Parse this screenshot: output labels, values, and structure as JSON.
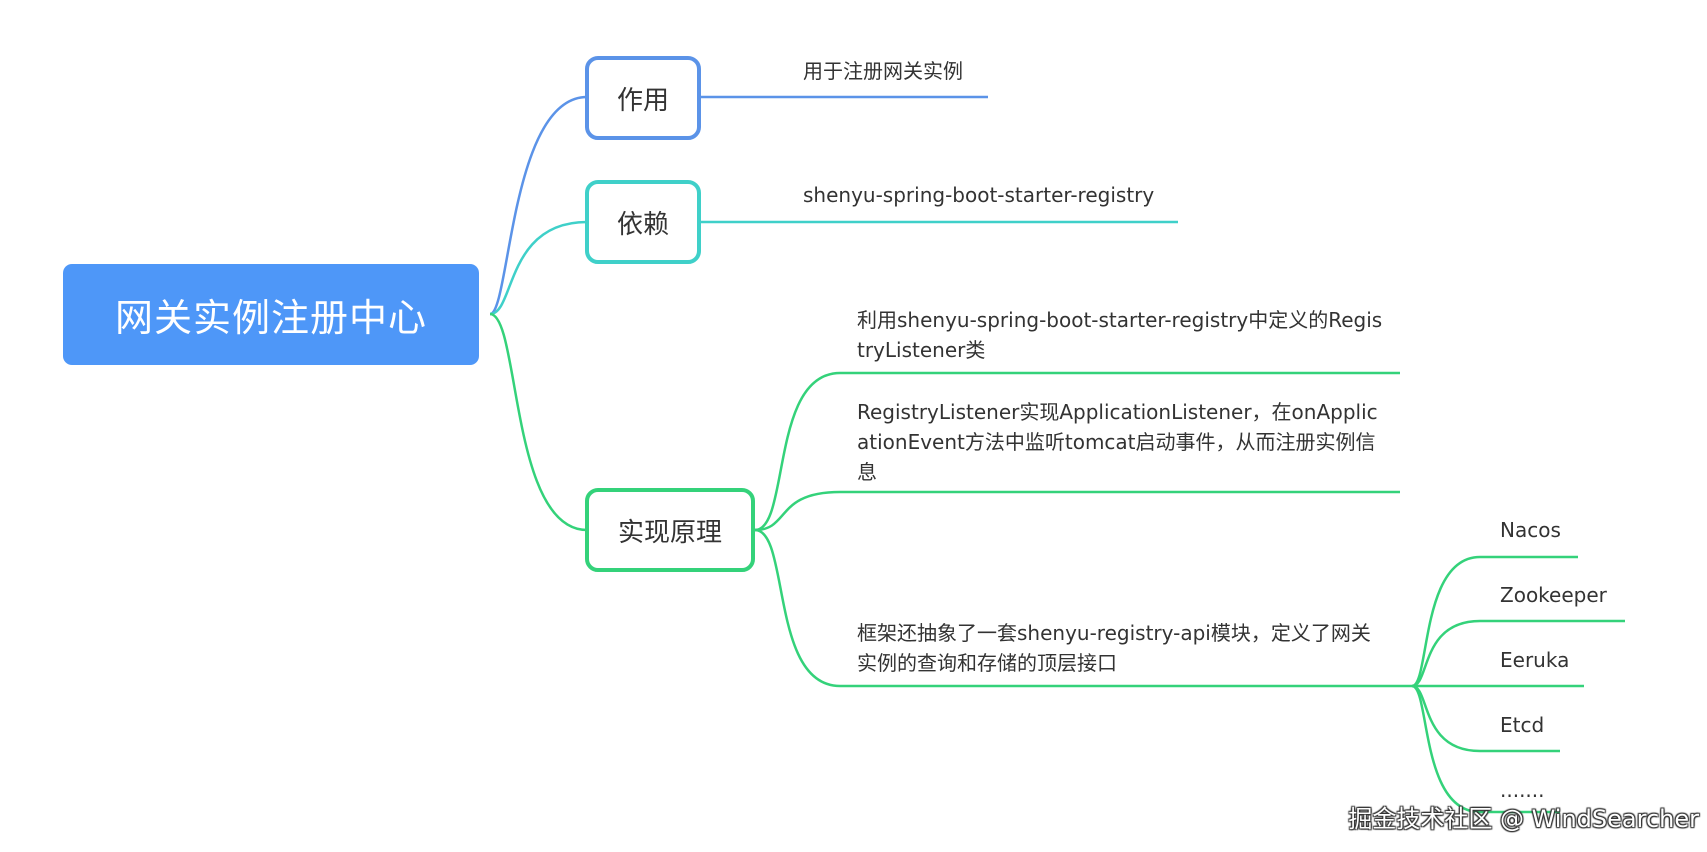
{
  "root": {
    "label": "网关实例注册中心"
  },
  "branches": {
    "purpose": {
      "label": "作用",
      "color": "#5b93e8",
      "leaf": "用于注册网关实例"
    },
    "dependency": {
      "label": "依赖",
      "color": "#3fd0c9",
      "leaf": "shenyu-spring-boot-starter-registry"
    },
    "principle": {
      "label": "实现原理",
      "color": "#34d27a",
      "leaves": [
        "利用shenyu-spring-boot-starter-registry中定义的RegistryListener类",
        "RegistryListener实现ApplicationListener，在onApplicationEvent方法中监听tomcat启动事件，从而注册实例信息",
        "框架还抽象了一套shenyu-registry-api模块，定义了网关实例的查询和存储的顶层接口"
      ],
      "registries": [
        "Nacos",
        "Zookeeper",
        "Eeruka",
        "Etcd",
        "......."
      ]
    }
  },
  "watermark": "掘金技术社区 @ WindSearcher"
}
